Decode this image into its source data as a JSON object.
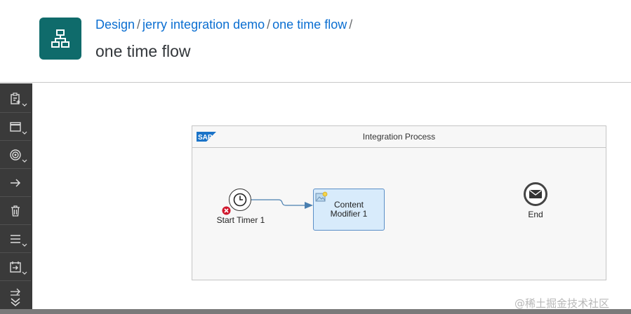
{
  "header": {
    "breadcrumb": [
      "Design",
      "jerry integration demo",
      "one time flow"
    ],
    "breadcrumb_separator": "/",
    "title": "one time flow",
    "app_icon": "hierarchy-icon",
    "tile_color": "#0f6b6b",
    "link_color": "#0a6ed1"
  },
  "palette": {
    "items": [
      {
        "icon": "participants-icon",
        "has_menu": true
      },
      {
        "icon": "process-icon",
        "has_menu": true
      },
      {
        "icon": "events-icon",
        "has_menu": true
      },
      {
        "icon": "connector-icon",
        "has_menu": false
      },
      {
        "icon": "delete-icon",
        "has_menu": false
      },
      {
        "icon": "menu-icon",
        "has_menu": true
      },
      {
        "icon": "call-icon",
        "has_menu": true
      },
      {
        "icon": "routing-icon",
        "has_menu": false
      }
    ]
  },
  "diagram": {
    "process_title": "Integration Process",
    "logo_text": "SAP",
    "start_event": {
      "label": "Start Timer 1",
      "icon": "timer-icon",
      "has_error": true
    },
    "step": {
      "label": "Content\nModifier 1",
      "icon": "content-modifier-icon"
    },
    "end_event": {
      "label": "End",
      "icon": "message-end-icon"
    }
  },
  "watermark": "@稀土掘金技术社区"
}
